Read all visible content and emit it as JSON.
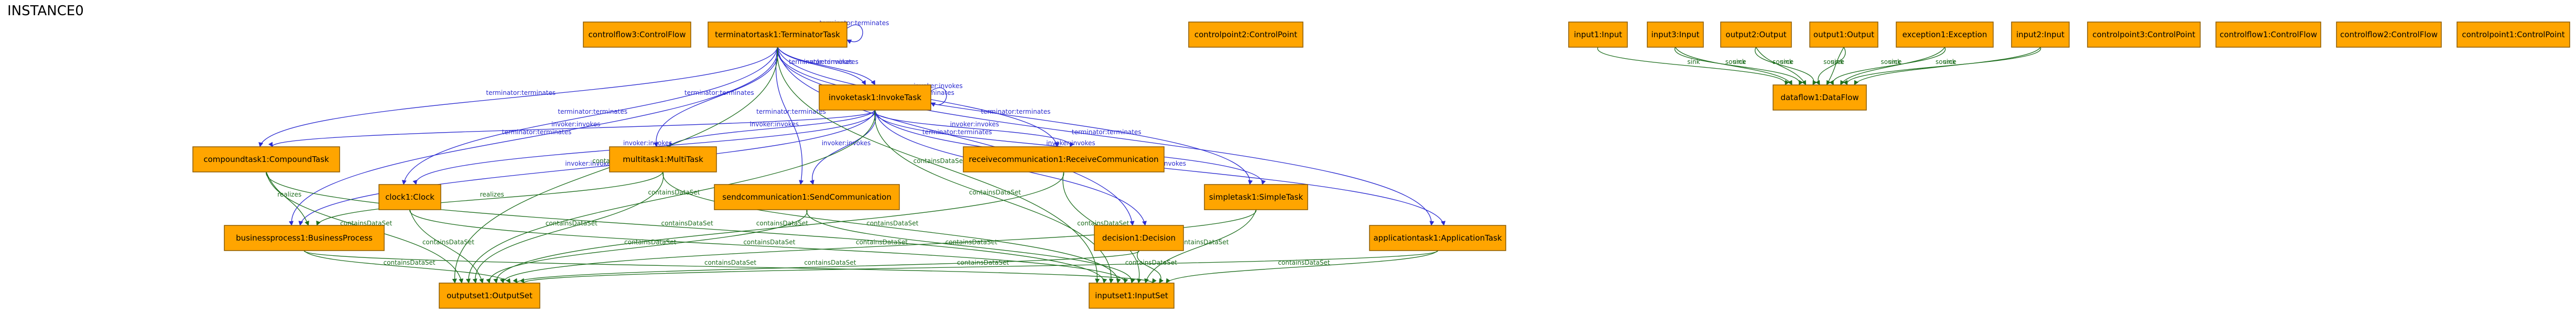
{
  "title": "INSTANCE0",
  "colors": {
    "node_fill": "#ffa500",
    "node_border": "#8a5a00",
    "edge_blue": "#2b2bd0",
    "edge_green": "#1e6e1e"
  },
  "nodes": [
    {
      "id": "controlflow3",
      "label": "controlflow3:ControlFlow"
    },
    {
      "id": "terminatortask1",
      "label": "terminatortask1:TerminatorTask"
    },
    {
      "id": "controlpoint2",
      "label": "controlpoint2:ControlPoint"
    },
    {
      "id": "input1",
      "label": "input1:Input"
    },
    {
      "id": "input3",
      "label": "input3:Input"
    },
    {
      "id": "output2",
      "label": "output2:Output"
    },
    {
      "id": "output1",
      "label": "output1:Output"
    },
    {
      "id": "exception1",
      "label": "exception1:Exception"
    },
    {
      "id": "input2",
      "label": "input2:Input"
    },
    {
      "id": "controlpoint3",
      "label": "controlpoint3:ControlPoint"
    },
    {
      "id": "controlflow1",
      "label": "controlflow1:ControlFlow"
    },
    {
      "id": "controlflow2",
      "label": "controlflow2:ControlFlow"
    },
    {
      "id": "controlpoint1",
      "label": "controlpoint1:ControlPoint"
    },
    {
      "id": "invoketask1",
      "label": "invoketask1:InvokeTask"
    },
    {
      "id": "dataflow1",
      "label": "dataflow1:DataFlow"
    },
    {
      "id": "compoundtask1",
      "label": "compoundtask1:CompoundTask"
    },
    {
      "id": "multitask1",
      "label": "multitask1:MultiTask"
    },
    {
      "id": "receivecommunication1",
      "label": "receivecommunication1:ReceiveCommunication"
    },
    {
      "id": "clock1",
      "label": "clock1:Clock"
    },
    {
      "id": "sendcommunication1",
      "label": "sendcommunication1:SendCommunication"
    },
    {
      "id": "simpletask1",
      "label": "simpletask1:SimpleTask"
    },
    {
      "id": "businessprocess1",
      "label": "businessprocess1:BusinessProcess"
    },
    {
      "id": "decision1",
      "label": "decision1:Decision"
    },
    {
      "id": "applicationtask1",
      "label": "applicationtask1:ApplicationTask"
    },
    {
      "id": "outputset1",
      "label": "outputset1:OutputSet"
    },
    {
      "id": "inputset1",
      "label": "inputset1:InputSet"
    }
  ],
  "edges": [
    {
      "from": "terminatortask1",
      "to": "terminatortask1",
      "label": "terminator:terminates",
      "kind": "blue"
    },
    {
      "from": "terminatortask1",
      "to": "invoketask1",
      "label": "terminator:terminates",
      "kind": "blue"
    },
    {
      "from": "terminatortask1",
      "to": "compoundtask1",
      "label": "terminator:terminates",
      "kind": "blue"
    },
    {
      "from": "terminatortask1",
      "to": "businessprocess1",
      "label": "terminator:terminates",
      "kind": "blue"
    },
    {
      "from": "terminatortask1",
      "to": "clock1",
      "label": "terminator:terminates",
      "kind": "blue"
    },
    {
      "from": "terminatortask1",
      "to": "multitask1",
      "label": "terminator:terminates",
      "kind": "blue"
    },
    {
      "from": "terminatortask1",
      "to": "sendcommunication1",
      "label": "terminator:terminates",
      "kind": "blue"
    },
    {
      "from": "terminatortask1",
      "to": "receivecommunication1",
      "label": "terminator:terminates",
      "kind": "blue"
    },
    {
      "from": "terminatortask1",
      "to": "simpletask1",
      "label": "terminator:terminates",
      "kind": "blue"
    },
    {
      "from": "terminatortask1",
      "to": "decision1",
      "label": "terminator:terminates",
      "kind": "blue"
    },
    {
      "from": "terminatortask1",
      "to": "applicationtask1",
      "label": "terminator:terminates",
      "kind": "blue"
    },
    {
      "from": "terminatortask1",
      "to": "invoketask1",
      "label": "invoker:invokes",
      "kind": "blue"
    },
    {
      "from": "invoketask1",
      "to": "invoketask1",
      "label": "invoker:invokes",
      "kind": "blue"
    },
    {
      "from": "invoketask1",
      "to": "compoundtask1",
      "label": "invoker:invokes",
      "kind": "blue"
    },
    {
      "from": "invoketask1",
      "to": "businessprocess1",
      "label": "invoker:invokes",
      "kind": "blue"
    },
    {
      "from": "invoketask1",
      "to": "clock1",
      "label": "invoker:invokes",
      "kind": "blue"
    },
    {
      "from": "invoketask1",
      "to": "multitask1",
      "label": "invoker:invokes",
      "kind": "blue"
    },
    {
      "from": "invoketask1",
      "to": "sendcommunication1",
      "label": "invoker:invokes",
      "kind": "blue"
    },
    {
      "from": "invoketask1",
      "to": "receivecommunication1",
      "label": "invoker:invokes",
      "kind": "blue"
    },
    {
      "from": "invoketask1",
      "to": "decision1",
      "label": "invoker:invokes",
      "kind": "blue"
    },
    {
      "from": "invoketask1",
      "to": "simpletask1",
      "label": "invoker:invokes",
      "kind": "blue"
    },
    {
      "from": "invoketask1",
      "to": "applicationtask1",
      "label": "invoker:invokes",
      "kind": "blue"
    },
    {
      "from": "input1",
      "to": "dataflow1",
      "label": "sink",
      "kind": "green"
    },
    {
      "from": "input3",
      "to": "dataflow1",
      "label": "source",
      "kind": "green"
    },
    {
      "from": "input3",
      "to": "dataflow1",
      "label": "sink",
      "kind": "green"
    },
    {
      "from": "output2",
      "to": "dataflow1",
      "label": "source",
      "kind": "green"
    },
    {
      "from": "output2",
      "to": "dataflow1",
      "label": "sink",
      "kind": "green"
    },
    {
      "from": "output1",
      "to": "dataflow1",
      "label": "source",
      "kind": "green"
    },
    {
      "from": "output1",
      "to": "dataflow1",
      "label": "sink",
      "kind": "green"
    },
    {
      "from": "exception1",
      "to": "dataflow1",
      "label": "source",
      "kind": "green"
    },
    {
      "from": "exception1",
      "to": "dataflow1",
      "label": "sink",
      "kind": "green"
    },
    {
      "from": "input2",
      "to": "dataflow1",
      "label": "source",
      "kind": "green"
    },
    {
      "from": "input2",
      "to": "dataflow1",
      "label": "sink",
      "kind": "green"
    },
    {
      "from": "compoundtask1",
      "to": "businessprocess1",
      "label": "realizes",
      "kind": "green"
    },
    {
      "from": "multitask1",
      "to": "businessprocess1",
      "label": "realizes",
      "kind": "green"
    },
    {
      "from": "terminatortask1",
      "to": "outputset1",
      "label": "containsDataSet",
      "kind": "green"
    },
    {
      "from": "terminatortask1",
      "to": "inputset1",
      "label": "containsDataSet",
      "kind": "green"
    },
    {
      "from": "compoundtask1",
      "to": "outputset1",
      "label": "containsDataSet",
      "kind": "green"
    },
    {
      "from": "compoundtask1",
      "to": "inputset1",
      "label": "containsDataSet",
      "kind": "green"
    },
    {
      "from": "invoketask1",
      "to": "outputset1",
      "label": "containsDataSet",
      "kind": "green"
    },
    {
      "from": "invoketask1",
      "to": "inputset1",
      "label": "containsDataSet",
      "kind": "green"
    },
    {
      "from": "multitask1",
      "to": "outputset1",
      "label": "containsDataSet",
      "kind": "green"
    },
    {
      "from": "multitask1",
      "to": "inputset1",
      "label": "containsDataSet",
      "kind": "green"
    },
    {
      "from": "clock1",
      "to": "outputset1",
      "label": "containsDataSet",
      "kind": "green"
    },
    {
      "from": "clock1",
      "to": "inputset1",
      "label": "containsDataSet",
      "kind": "green"
    },
    {
      "from": "sendcommunication1",
      "to": "outputset1",
      "label": "containsDataSet",
      "kind": "green"
    },
    {
      "from": "sendcommunication1",
      "to": "inputset1",
      "label": "containsDataSet",
      "kind": "green"
    },
    {
      "from": "receivecommunication1",
      "to": "outputset1",
      "label": "containsDataSet",
      "kind": "green"
    },
    {
      "from": "receivecommunication1",
      "to": "inputset1",
      "label": "containsDataSet",
      "kind": "green"
    },
    {
      "from": "simpletask1",
      "to": "outputset1",
      "label": "containsDataSet",
      "kind": "green"
    },
    {
      "from": "simpletask1",
      "to": "inputset1",
      "label": "containsDataSet",
      "kind": "green"
    },
    {
      "from": "businessprocess1",
      "to": "outputset1",
      "label": "containsDataSet",
      "kind": "green"
    },
    {
      "from": "businessprocess1",
      "to": "inputset1",
      "label": "containsDataSet",
      "kind": "green"
    },
    {
      "from": "decision1",
      "to": "outputset1",
      "label": "containsDataSet",
      "kind": "green"
    },
    {
      "from": "decision1",
      "to": "inputset1",
      "label": "containsDataSet",
      "kind": "green"
    },
    {
      "from": "applicationtask1",
      "to": "outputset1",
      "label": "containsDataSet",
      "kind": "green"
    },
    {
      "from": "applicationtask1",
      "to": "inputset1",
      "label": "containsDataSet",
      "kind": "green"
    }
  ]
}
